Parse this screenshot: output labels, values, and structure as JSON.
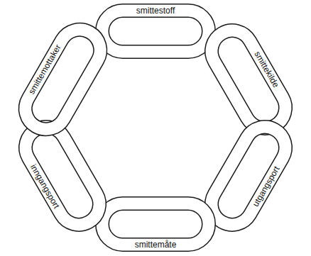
{
  "diagram": {
    "nodes": [
      {
        "text": [
          "smittestoff"
        ]
      },
      {
        "text": [
          "smittekilde"
        ]
      },
      {
        "text": [
          "utgangsport"
        ]
      },
      {
        "text": [
          "smittemåte"
        ]
      },
      {
        "text": [
          "inngangsport"
        ]
      },
      {
        "text": [
          "smittemottaker"
        ]
      }
    ]
  }
}
